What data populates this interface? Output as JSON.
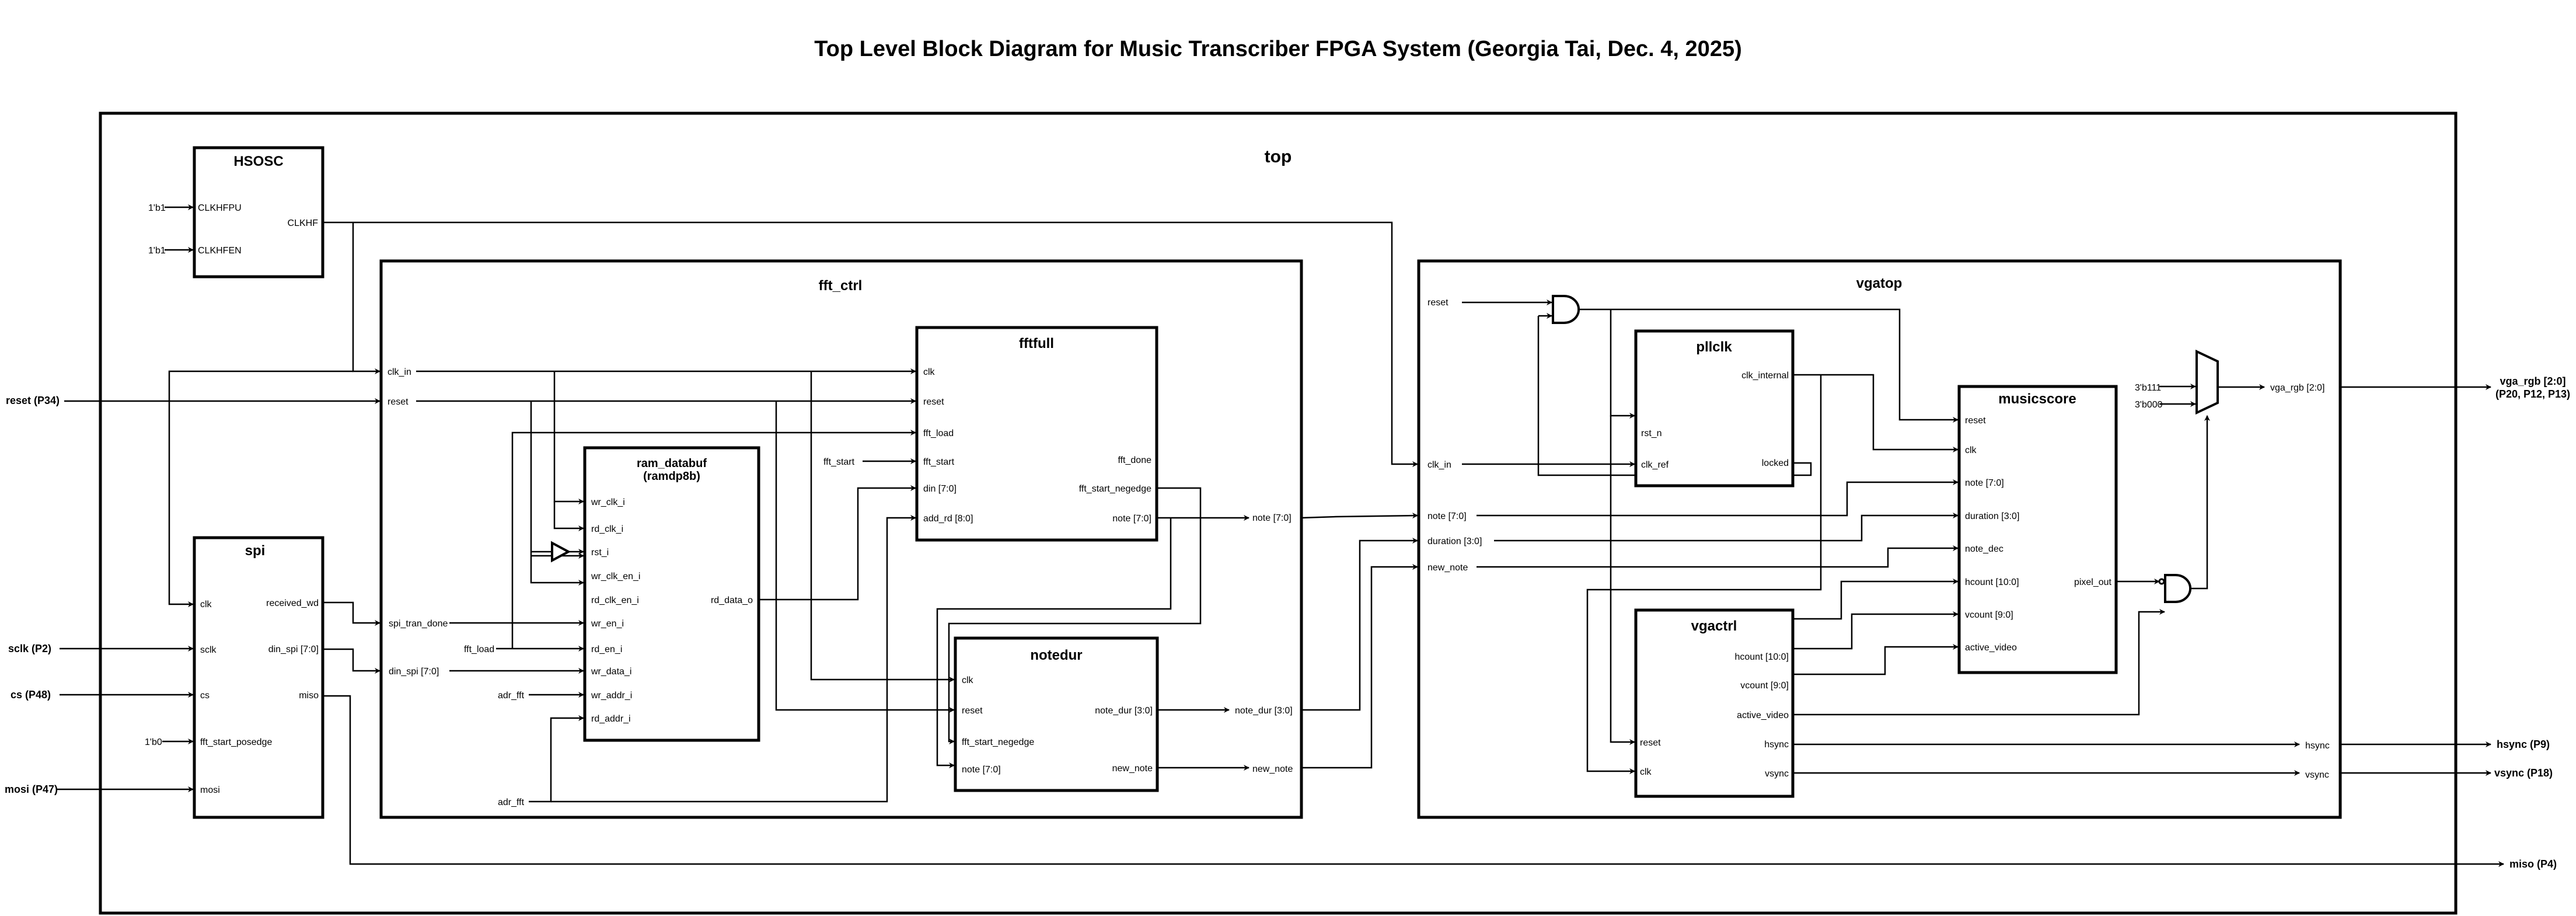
{
  "title": "Top Level Block Diagram for Music Transcriber FPGA System (Georgia Tai, Dec. 4, 2025)",
  "top_module": {
    "label": "top"
  },
  "external_inputs": {
    "reset": "reset (P34)",
    "sclk": "sclk (P2)",
    "cs": "cs (P48)",
    "mosi": "mosi (P47)"
  },
  "external_outputs": {
    "vga_rgb_line1": "vga_rgb [2:0]",
    "vga_rgb_line2": "(P20, P12, P13)",
    "hsync": "hsync (P9)",
    "vsync": "vsync (P18)",
    "miso": "miso (P4)"
  },
  "hsosc": {
    "name": "HSOSC",
    "inputs": [
      "CLKHFPU",
      "CLKHFEN"
    ],
    "input_consts": [
      "1'b1",
      "1'b1"
    ],
    "output": "CLKHF"
  },
  "spi": {
    "name": "spi",
    "inputs": [
      "clk",
      "sclk",
      "cs",
      "fft_start_posedge",
      "mosi"
    ],
    "fft_start_posedge_const": "1'b0",
    "outputs": [
      "received_wd",
      "din_spi [7:0]",
      "miso"
    ]
  },
  "fft_ctrl": {
    "name": "fft_ctrl",
    "ports_in": [
      "clk_in",
      "reset",
      "spi_tran_done",
      "din_spi [7:0]"
    ],
    "internal_labels": {
      "fft_load": "fft_load",
      "adr_fft_wr": "adr_fft",
      "adr_fft_rd": "adr_fft",
      "fft_start": "fft_start"
    },
    "ports_out": [
      "note [7:0]",
      "note_dur [3:0]",
      "new_note"
    ]
  },
  "ram_databuf": {
    "name_line1": "ram_databuf",
    "name_line2": "(ramdp8b)",
    "inputs": [
      "wr_clk_i",
      "rd_clk_i",
      "rst_i",
      "wr_clk_en_i",
      "rd_clk_en_i",
      "wr_en_i",
      "rd_en_i",
      "wr_data_i",
      "wr_addr_i",
      "rd_addr_i"
    ],
    "output": "rd_data_o"
  },
  "fftfull": {
    "name": "fftfull",
    "inputs": [
      "clk",
      "reset",
      "fft_load",
      "fft_start",
      "din [7:0]",
      "add_rd [8:0]"
    ],
    "outputs": [
      "fft_done",
      "fft_start_negedge",
      "note [7:0]"
    ]
  },
  "notedur": {
    "name": "notedur",
    "inputs": [
      "clk",
      "reset",
      "fft_start_negedge",
      "note [7:0]"
    ],
    "outputs": [
      "note_dur [3:0]",
      "new_note"
    ]
  },
  "vgatop": {
    "name": "vgatop",
    "ports_in": [
      "reset",
      "clk_in",
      "note [7:0]",
      "duration [3:0]",
      "new_note"
    ],
    "ports_out": [
      "vga_rgb [2:0]",
      "hsync",
      "vsync"
    ],
    "mux_inputs": [
      "3'b111",
      "3'b000"
    ]
  },
  "pllclk": {
    "name": "pllclk",
    "inputs": [
      "rst_n",
      "clk_ref"
    ],
    "outputs": [
      "clk_internal",
      "locked"
    ]
  },
  "vgactrl": {
    "name": "vgactrl",
    "inputs": [
      "reset",
      "clk"
    ],
    "outputs": [
      "hcount [10:0]",
      "vcount [9:0]",
      "active_video",
      "hsync",
      "vsync"
    ]
  },
  "musicscore": {
    "name": "musicscore",
    "inputs": [
      "reset",
      "clk",
      "note [7:0]",
      "duration [3:0]",
      "note_dec",
      "hcount [10:0]",
      "vcount [9:0]",
      "active_video"
    ],
    "output": "pixel_out"
  }
}
